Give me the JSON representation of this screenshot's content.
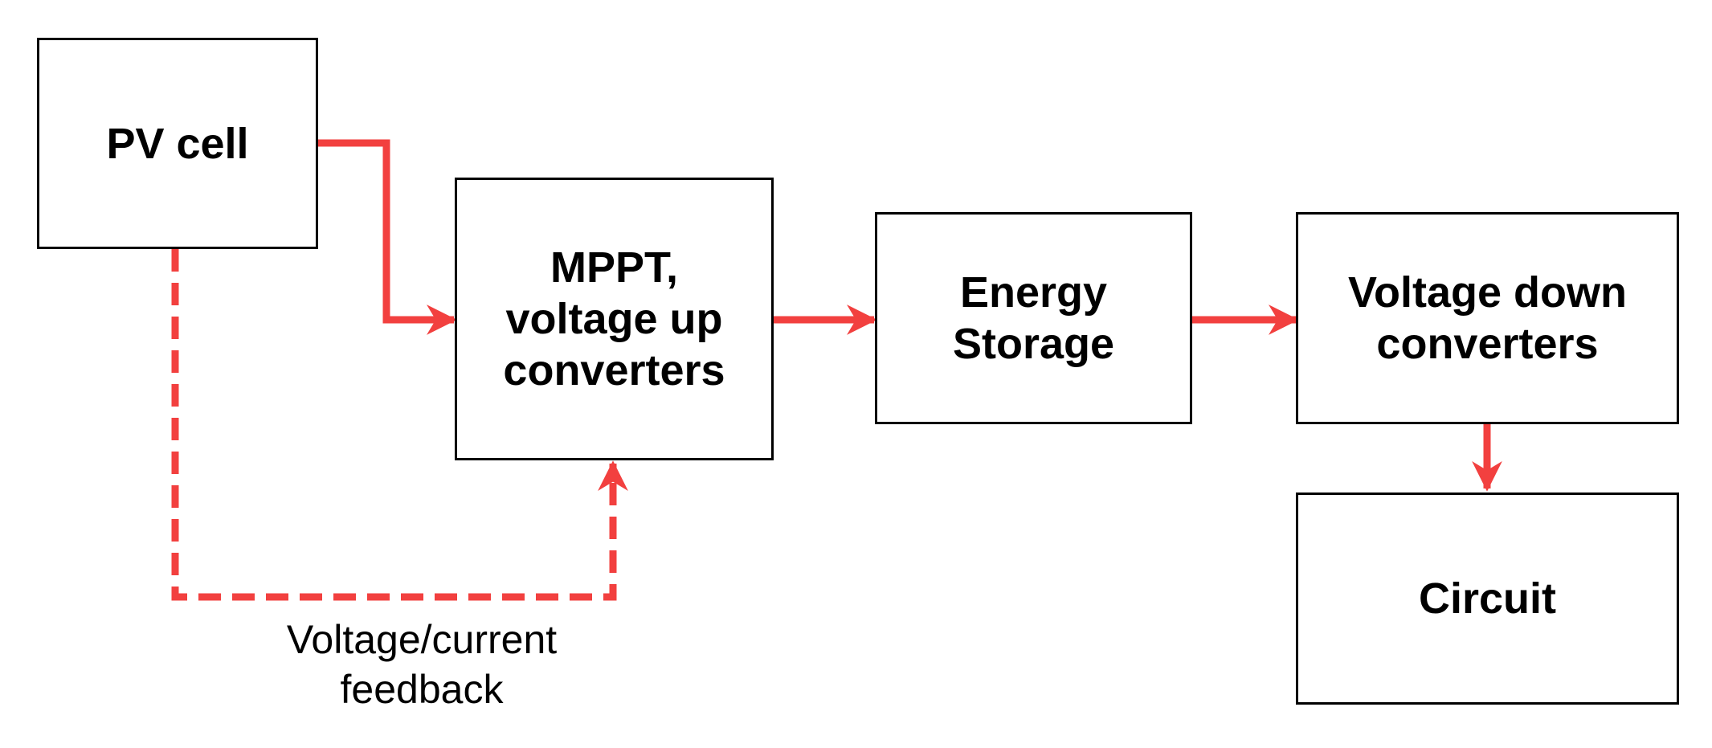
{
  "nodes": {
    "pv_cell": {
      "label": "PV cell"
    },
    "mppt": {
      "label": "MPPT,\nvoltage up\nconverters"
    },
    "energy_storage": {
      "label": "Energy\nStorage"
    },
    "voltage_down": {
      "label": "Voltage down\nconverters"
    },
    "circuit": {
      "label": "Circuit"
    }
  },
  "edges": [
    {
      "from": "pv_cell",
      "to": "mppt",
      "style": "solid"
    },
    {
      "from": "mppt",
      "to": "energy_storage",
      "style": "solid"
    },
    {
      "from": "energy_storage",
      "to": "voltage_down",
      "style": "solid"
    },
    {
      "from": "voltage_down",
      "to": "circuit",
      "style": "solid"
    },
    {
      "from": "pv_cell",
      "to": "mppt",
      "style": "dashed",
      "label": "Voltage/current\nfeedback"
    }
  ],
  "colors": {
    "arrow": "#f2403f",
    "box_border": "#000000",
    "text": "#000000",
    "background": "#ffffff"
  }
}
